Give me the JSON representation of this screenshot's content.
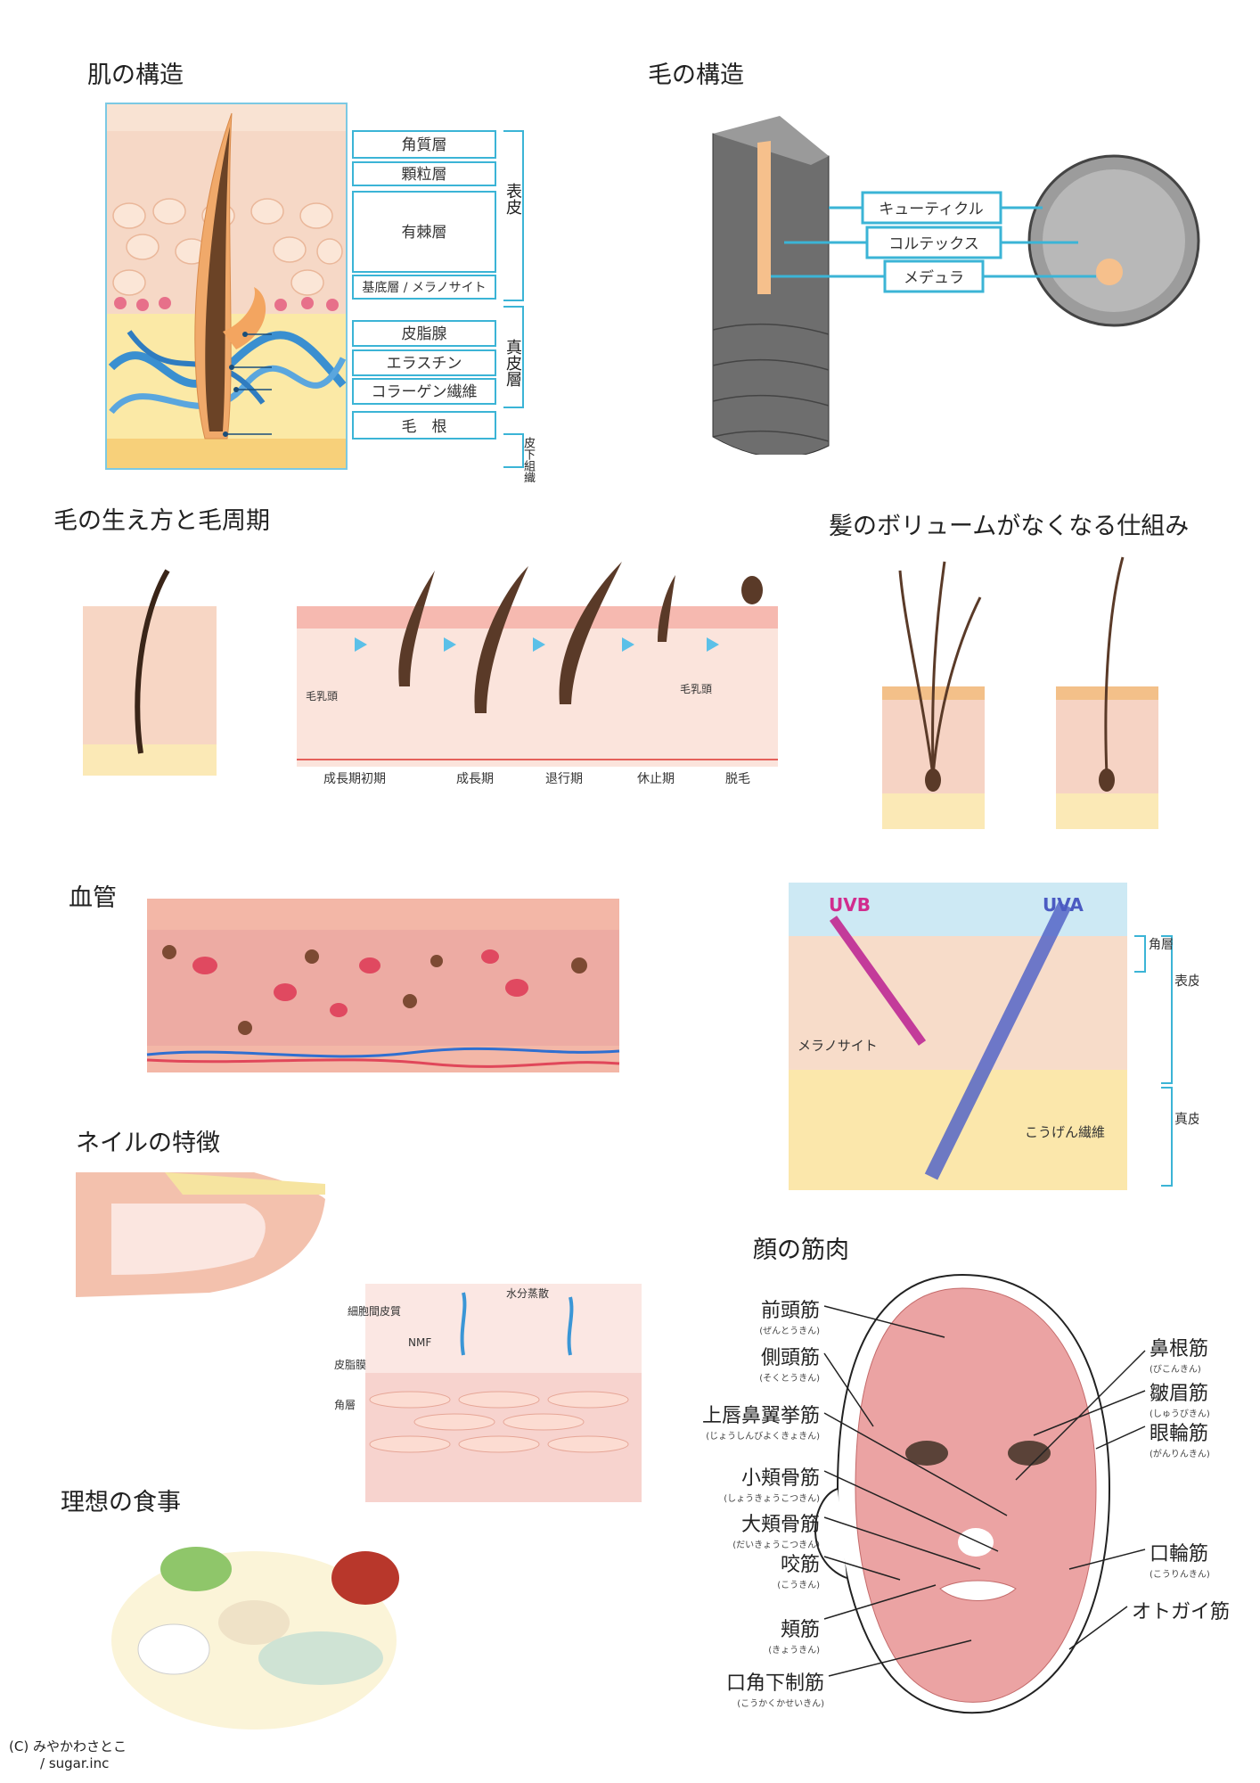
{
  "sections": {
    "skin_structure": {
      "title": "肌の構造",
      "layers": [
        "角質層",
        "顆粒層",
        "有棘層",
        "基底層 / メラノサイト"
      ],
      "epidermis": "表皮",
      "dermis_items": [
        "皮脂腺",
        "エラスチン",
        "コラーゲン繊維"
      ],
      "dermis": "真皮層",
      "root": "毛　根",
      "subcutis": "皮下組織"
    },
    "hair_structure": {
      "title": "毛の構造",
      "labels": [
        "キューティクル",
        "コルテックス",
        "メデュラ"
      ]
    },
    "hair_cycle": {
      "title": "毛の生え方と毛周期",
      "papilla": "毛乳頭",
      "stages": [
        "成長期初期",
        "成長期",
        "退行期",
        "休止期",
        "脱毛"
      ]
    },
    "volume": {
      "title": "髪のボリュームがなくなる仕組み"
    },
    "blood_vessel": {
      "title": "血管"
    },
    "uv": {
      "uvb": "UVB",
      "uva": "UVA",
      "horny": "角層",
      "epidermis": "表皮",
      "dermis": "真皮",
      "melanocyte": "メラノサイト",
      "collagen": "こうげん繊維"
    },
    "nail": {
      "title": "ネイルの特徴"
    },
    "moisture": {
      "intercellular": "細胞間皮質",
      "evaporation": "水分蒸散",
      "nmf": "NMF",
      "sebum": "皮脂膜",
      "horny": "角層"
    },
    "meal": {
      "title": "理想の食事"
    },
    "face": {
      "title": "顔の筋肉",
      "left": [
        {
          "name": "前頭筋",
          "ruby": "(ぜんとうきん)"
        },
        {
          "name": "側頭筋",
          "ruby": "(そくとうきん)"
        },
        {
          "name": "上唇鼻翼挙筋",
          "ruby": "(じょうしんびよくきょきん)"
        },
        {
          "name": "小頬骨筋",
          "ruby": "(しょうきょうこつきん)"
        },
        {
          "name": "大頬骨筋",
          "ruby": "(だいきょうこつきん)"
        },
        {
          "name": "咬筋",
          "ruby": "(こうきん)"
        },
        {
          "name": "頬筋",
          "ruby": "(きょうきん)"
        },
        {
          "name": "口角下制筋",
          "ruby": "(こうかくかせいきん)"
        }
      ],
      "right": [
        {
          "name": "鼻根筋",
          "ruby": "(びこんきん)"
        },
        {
          "name": "皺眉筋",
          "ruby": "(しゅうびきん)"
        },
        {
          "name": "眼輪筋",
          "ruby": "(がんりんきん)"
        },
        {
          "name": "口輪筋",
          "ruby": "(こうりんきん)"
        },
        {
          "name": "オトガイ筋",
          "ruby": ""
        }
      ]
    }
  },
  "credit": {
    "line1": "(C) みやかわさとこ",
    "line2": "/ sugar.inc"
  },
  "colors": {
    "cyan": "#3bb4d6",
    "skin": "#f7d9c0",
    "muscle": "#eba3a3",
    "hair": "#5a3a28"
  }
}
